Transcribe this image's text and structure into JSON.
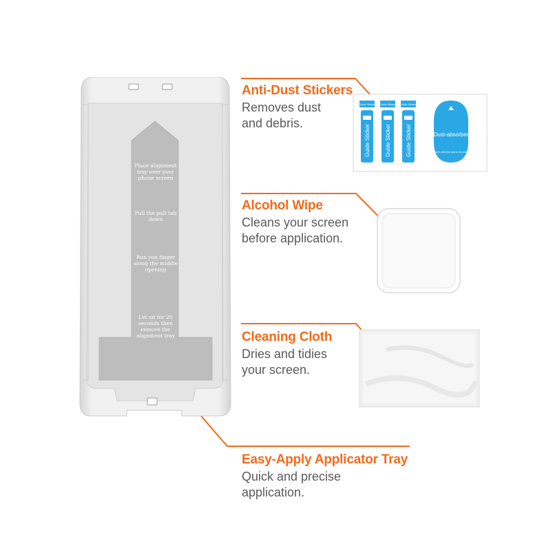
{
  "items": [
    {
      "title": "Anti-Dust Stickers",
      "desc_line1": "Removes dust",
      "desc_line2": "and debris."
    },
    {
      "title": "Alcohol Wipe",
      "desc_line1": "Cleans your screen",
      "desc_line2": "before application."
    },
    {
      "title": "Cleaning Cloth",
      "desc_line1": "Dries and tidies",
      "desc_line2": "your screen."
    },
    {
      "title": "Easy-Apply Applicator Tray",
      "desc_line1": "Quick and precise",
      "desc_line2": "application."
    }
  ],
  "tray_steps": [
    "Place alignment tray over your phone screen",
    "Pull the pull tab down",
    "Run you finger along the middle opening",
    "Let sit for 20 seconds then remove the alignment tray"
  ],
  "sticker_labels": {
    "guide_top": "Guide Sticker",
    "guide_strip": "Guide Sticker",
    "dust": "Dust-absorber",
    "dust_hint": "Used to clean the dust on the screen"
  },
  "colors": {
    "accent": "#f26a1b",
    "text": "#5a5a5a",
    "sticker_blue": "#2aa8e6"
  }
}
